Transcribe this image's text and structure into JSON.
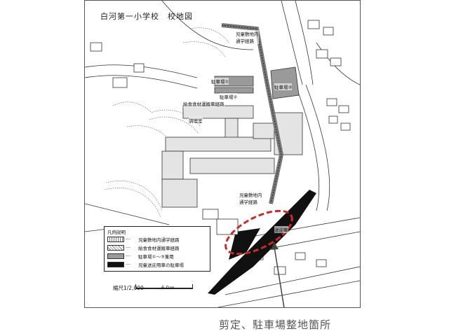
{
  "map": {
    "title": "白河第一小学校　校地図",
    "labels": {
      "route_top": "児童敷地内\n通学経路",
      "parking1": "駐車場①",
      "parking2": "駐車場②",
      "parking3": "駐車場③",
      "food_route": "給食食材運搬車経路",
      "kitchen": "調理室",
      "route_right": "児童敷地内\n通学経路",
      "bus_parking": "送迎車"
    },
    "legend": {
      "title": "凡例説明",
      "dots": "…",
      "items": [
        {
          "label": "児童敷地内通学経路"
        },
        {
          "label": "給食食材運搬車経路"
        },
        {
          "label": "駐車場①～③兼用"
        },
        {
          "label": "児童送迎用車の駐車場"
        }
      ]
    },
    "scale": {
      "label": "縮尺1/2,000",
      "distance": "６０ｍ"
    },
    "colors": {
      "highlight": "#cc2a2a",
      "arrow": "#444444"
    }
  },
  "caption": "剪定、駐車場整地箇所"
}
